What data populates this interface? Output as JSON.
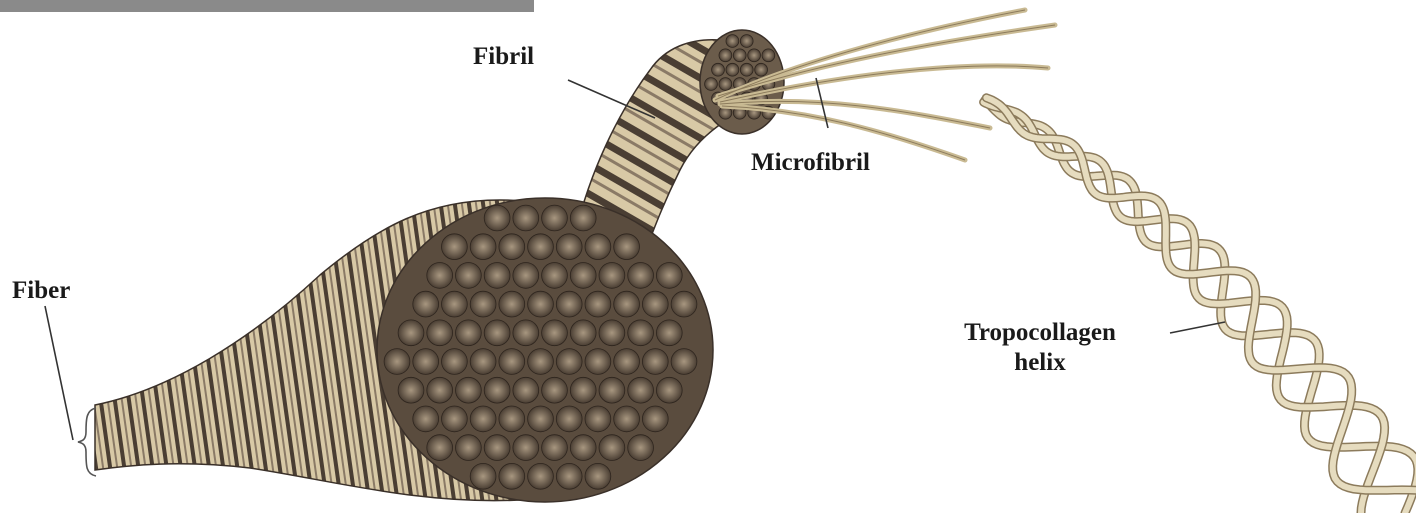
{
  "colors": {
    "fiber_light": "#d8c9a6",
    "fiber_dark": "#4a3e33",
    "fiber_mid": "#8a7a66",
    "helix_fill": "#e6dcbf",
    "helix_stroke": "#8c7b5c",
    "label_text": "#1a1a1a",
    "leader_line": "#333333",
    "top_bar": "#8a8a8a"
  },
  "labels": {
    "fibril": "Fibril",
    "microfibril": "Microfibril",
    "fiber": "Fiber",
    "tropocollagen_line1": "Tropocollagen",
    "tropocollagen_line2": "helix"
  },
  "icons": {
    "fiber_bundle": "collagen-fiber-bundle-illustration",
    "fibril": "banded-fibril-illustration",
    "microfibrils": "microfibril-strands-illustration",
    "helix": "triple-helix-illustration"
  }
}
